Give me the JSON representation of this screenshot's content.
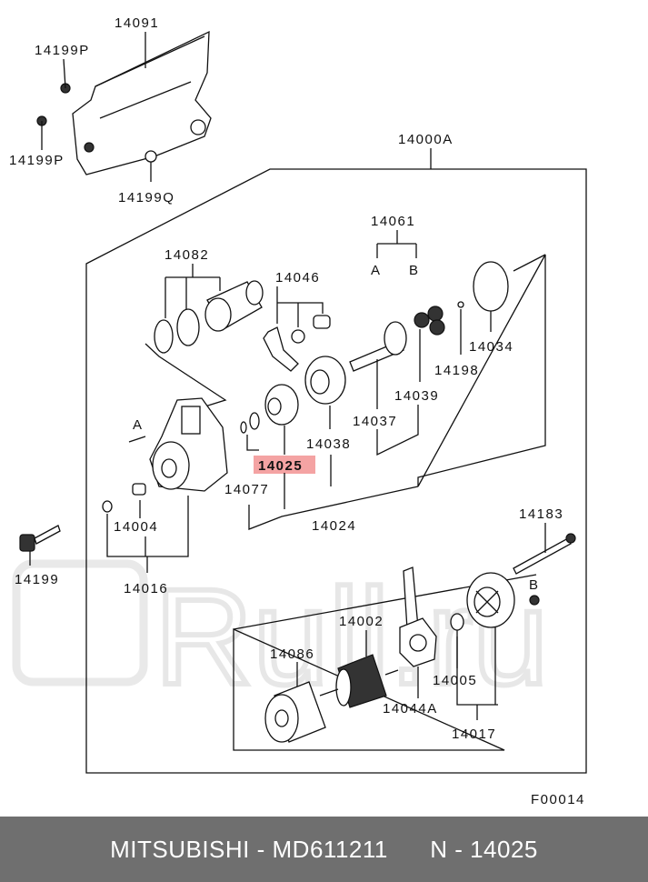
{
  "diagram": {
    "labels": {
      "l14091": "14091",
      "l14199p_a": "14199P",
      "l14199p_b": "14199P",
      "l14199q": "14199Q",
      "l14000a": "14000A",
      "l14061": "14061",
      "l14061_a": "A",
      "l14061_b": "B",
      "l14082": "14082",
      "l14046": "14046",
      "l14034": "14034",
      "l14198": "14198",
      "l14039": "14039",
      "l14037": "14037",
      "l14038": "14038",
      "l14025": "14025",
      "l14077": "14077",
      "l14024": "14024",
      "l14004": "14004",
      "l14016": "14016",
      "l14199": "14199",
      "l14183": "14183",
      "l14002": "14002",
      "l14086": "14086",
      "l14044a": "14044A",
      "l14005": "14005",
      "l14017": "14017",
      "l_a_mark": "A",
      "l_b_mark": "B",
      "fig_code": "F00014"
    },
    "highlight_color": "#f4a3a3",
    "watermark_text": "Rull.ru"
  },
  "footer": {
    "brand": "MITSUBISHI",
    "sep1": " - ",
    "part_number": "MD611211",
    "gap": "      ",
    "ref": "N - 14025"
  }
}
